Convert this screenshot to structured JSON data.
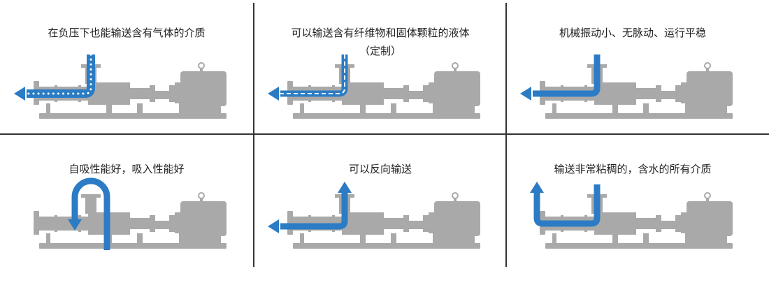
{
  "colors": {
    "pump": "#a9a9a9",
    "flow": "#2b7cc4",
    "divider": "#333333",
    "text": "#222222"
  },
  "cells": [
    {
      "caption": "在负压下也能输送含有气体的介质",
      "subcaption": "",
      "flow": "gas-dotted"
    },
    {
      "caption": "可以输送含有纤维物和固体颗粒的液体",
      "subcaption": "（定制）",
      "flow": "dashed"
    },
    {
      "caption": "机械振动小、无脉动、运行平稳",
      "subcaption": "",
      "flow": "solid"
    },
    {
      "caption": "自吸性能好，吸入性能好",
      "subcaption": "",
      "flow": "suction-loop"
    },
    {
      "caption": "可以反向输送",
      "subcaption": "",
      "flow": "reverse"
    },
    {
      "caption": "输送非常粘稠的，含水的所有介质",
      "subcaption": "",
      "flow": "viscous"
    }
  ]
}
